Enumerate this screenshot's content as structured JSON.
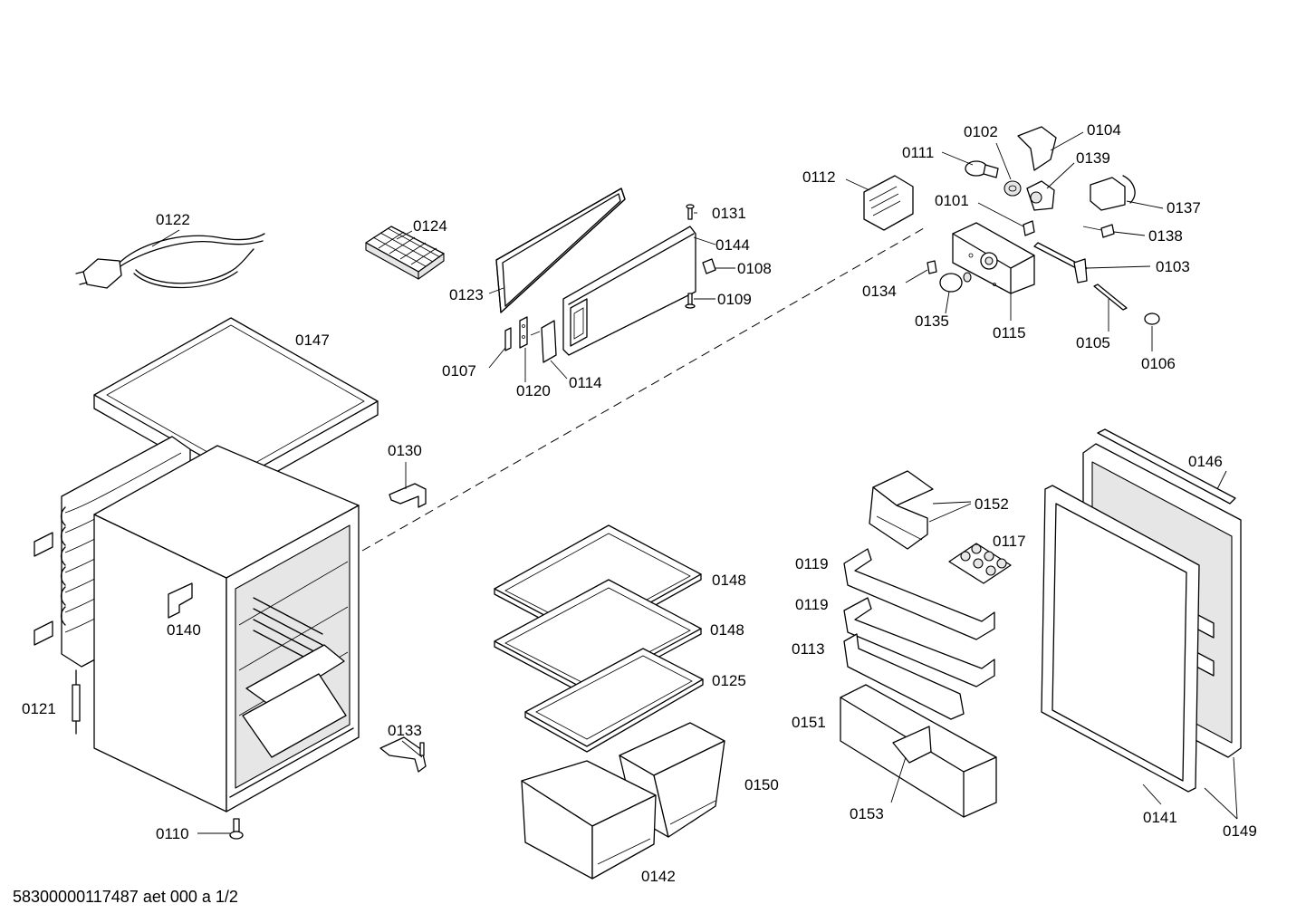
{
  "labels": {
    "p0122": "0122",
    "p0124": "0124",
    "p0123": "0123",
    "p0131": "0131",
    "p0144": "0144",
    "p0108": "0108",
    "p0109": "0109",
    "p0107": "0107",
    "p0120": "0120",
    "p0114": "0114",
    "p0147": "0147",
    "p0130": "0130",
    "p0140": "0140",
    "p0121": "0121",
    "p0133": "0133",
    "p0110": "0110",
    "p0102": "0102",
    "p0104": "0104",
    "p0111": "0111",
    "p0139": "0139",
    "p0112": "0112",
    "p0101": "0101",
    "p0137": "0137",
    "p0138": "0138",
    "p0103": "0103",
    "p0134": "0134",
    "p0135": "0135",
    "p0115": "0115",
    "p0105": "0105",
    "p0106": "0106",
    "p0148a": "0148",
    "p0148b": "0148",
    "p0125": "0125",
    "p0150": "0150",
    "p0142": "0142",
    "p0152": "0152",
    "p0117": "0117",
    "p0119a": "0119",
    "p0119b": "0119",
    "p0113": "0113",
    "p0151": "0151",
    "p0153": "0153",
    "p0146": "0146",
    "p0141": "0141",
    "p0149": "0149"
  },
  "footer": "58300000117487 aet 000 a 1/2"
}
